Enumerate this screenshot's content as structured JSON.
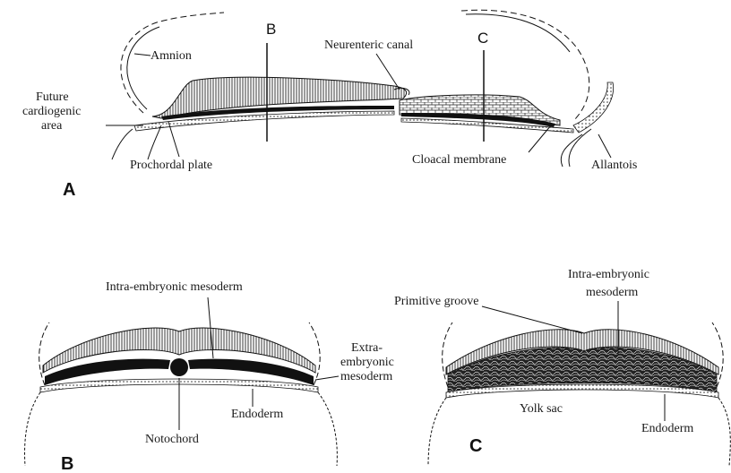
{
  "panels": {
    "a": "A",
    "b": "B",
    "c": "C"
  },
  "section_lines": {
    "b": "B",
    "c": "C"
  },
  "labels": {
    "amnion": "Amnion",
    "future_cardiogenic_1": "Future",
    "future_cardiogenic_2": "cardiogenic",
    "future_cardiogenic_3": "area",
    "prochordal_plate": "Prochordal plate",
    "neurenteric_canal": "Neurenteric canal",
    "cloacal_membrane": "Cloacal membrane",
    "allantois": "Allantois",
    "intra_embryonic_mesoderm_b": "Intra-embryonic mesoderm",
    "extra_embryonic_1": "Extra-",
    "extra_embryonic_2": "embryonic",
    "extra_embryonic_3": "mesoderm",
    "notochord": "Notochord",
    "endoderm_b": "Endoderm",
    "primitive_groove": "Primitive groove",
    "intra_embryonic_c_1": "Intra-embryonic",
    "intra_embryonic_c_2": "mesoderm",
    "yolk_sac": "Yolk sac",
    "endoderm_c": "Endoderm"
  }
}
